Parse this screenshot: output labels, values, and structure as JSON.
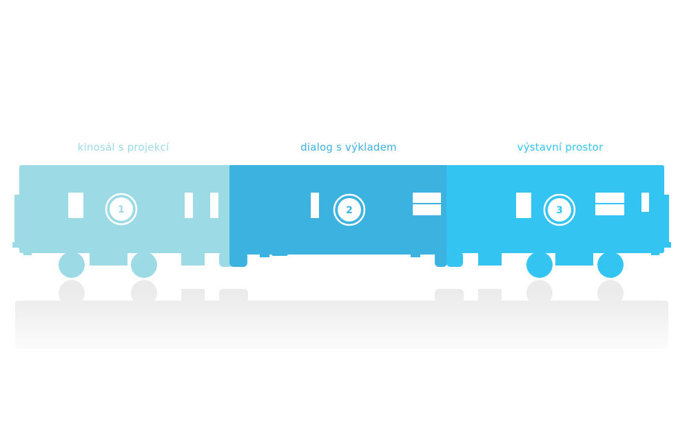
{
  "colors": {
    "car1": "#9cdae5",
    "car2": "#3cb2e0",
    "car3": "#33c4f2",
    "reflection": "#ebebeb",
    "window": "#ffffff"
  },
  "cars": [
    {
      "label": "kinosál s projekcí",
      "number": "1"
    },
    {
      "label": "dialog s výkladem",
      "number": "2"
    },
    {
      "label": "výstavní prostor",
      "number": "3"
    }
  ]
}
